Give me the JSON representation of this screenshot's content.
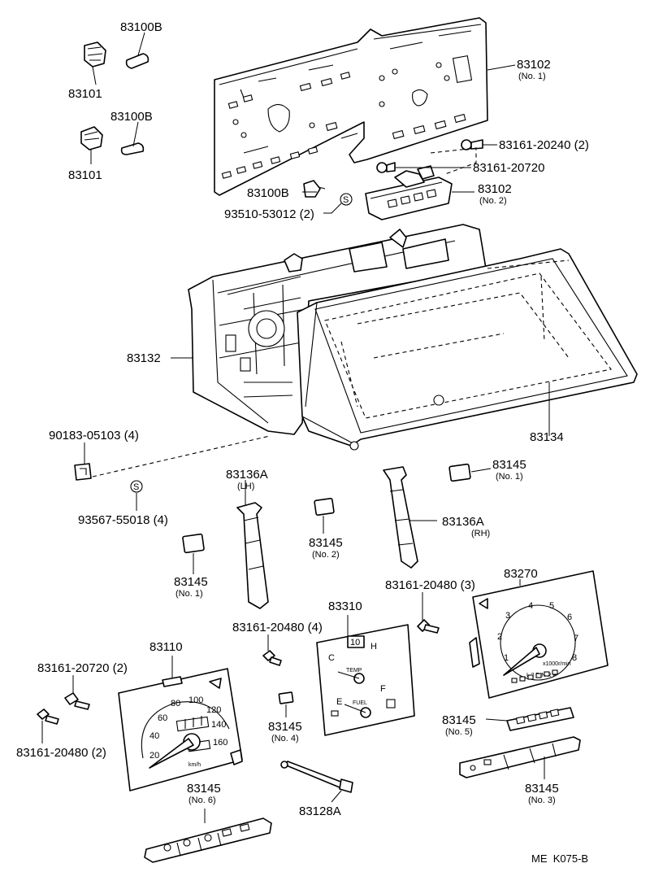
{
  "callouts": {
    "c83100b_1": "83100B",
    "c83101_1": "83101",
    "c83100b_2": "83100B",
    "c83101_2": "83101",
    "c83102_1": "83102",
    "c83102_1_sub": "(No. 1)",
    "c83161_20240": "83161-20240 (2)",
    "c83161_20720_a": "83161-20720",
    "c83102_2": "83102",
    "c83102_2_sub": "(No. 2)",
    "c83100b_3": "83100B",
    "c93510": "93510-53012 (2)",
    "c83132": "83132",
    "c83134": "83134",
    "c90183": "90183-05103 (4)",
    "c93567": "93567-55018 (4)",
    "c83136a_lh": "83136A",
    "c83136a_lh_sub": "(LH)",
    "c83136a_rh": "83136A",
    "c83136a_rh_sub": "(RH)",
    "c83145_no1_r": "83145",
    "c83145_no1_r_sub": "(No. 1)",
    "c83145_no2": "83145",
    "c83145_no2_sub": "(No. 2)",
    "c83145_no1_l": "83145",
    "c83145_no1_l_sub": "(No. 1)",
    "c83270": "83270",
    "c83161_20480_3": "83161-20480 (3)",
    "c83310": "83310",
    "c83161_20480_4": "83161-20480 (4)",
    "c83110": "83110",
    "c83161_20720_2": "83161-20720 (2)",
    "c83161_20480_2": "83161-20480 (2)",
    "c83145_no4": "83145",
    "c83145_no4_sub": "(No. 4)",
    "c83145_no5": "83145",
    "c83145_no5_sub": "(No. 5)",
    "c83145_no6": "83145",
    "c83145_no6_sub": "(No. 6)",
    "c83145_no3": "83145",
    "c83145_no3_sub": "(No. 3)",
    "c83128a": "83128A"
  },
  "speedometer": {
    "ticks": [
      "20",
      "40",
      "60",
      "80",
      "100",
      "120",
      "140",
      "160"
    ],
    "unit": "km/h"
  },
  "tachometer": {
    "ticks": [
      "1",
      "2",
      "3",
      "4",
      "5",
      "6",
      "7",
      "8"
    ],
    "unit": "x1000r/min",
    "gears": "L 2 D N R P"
  },
  "combination_gauge": {
    "temp_label": "TEMP",
    "fuel_label": "FUEL",
    "c": "C",
    "h": "H",
    "e": "E",
    "f": "F",
    "top_mark": "10"
  },
  "footer": {
    "code": "ME  K075-B"
  }
}
